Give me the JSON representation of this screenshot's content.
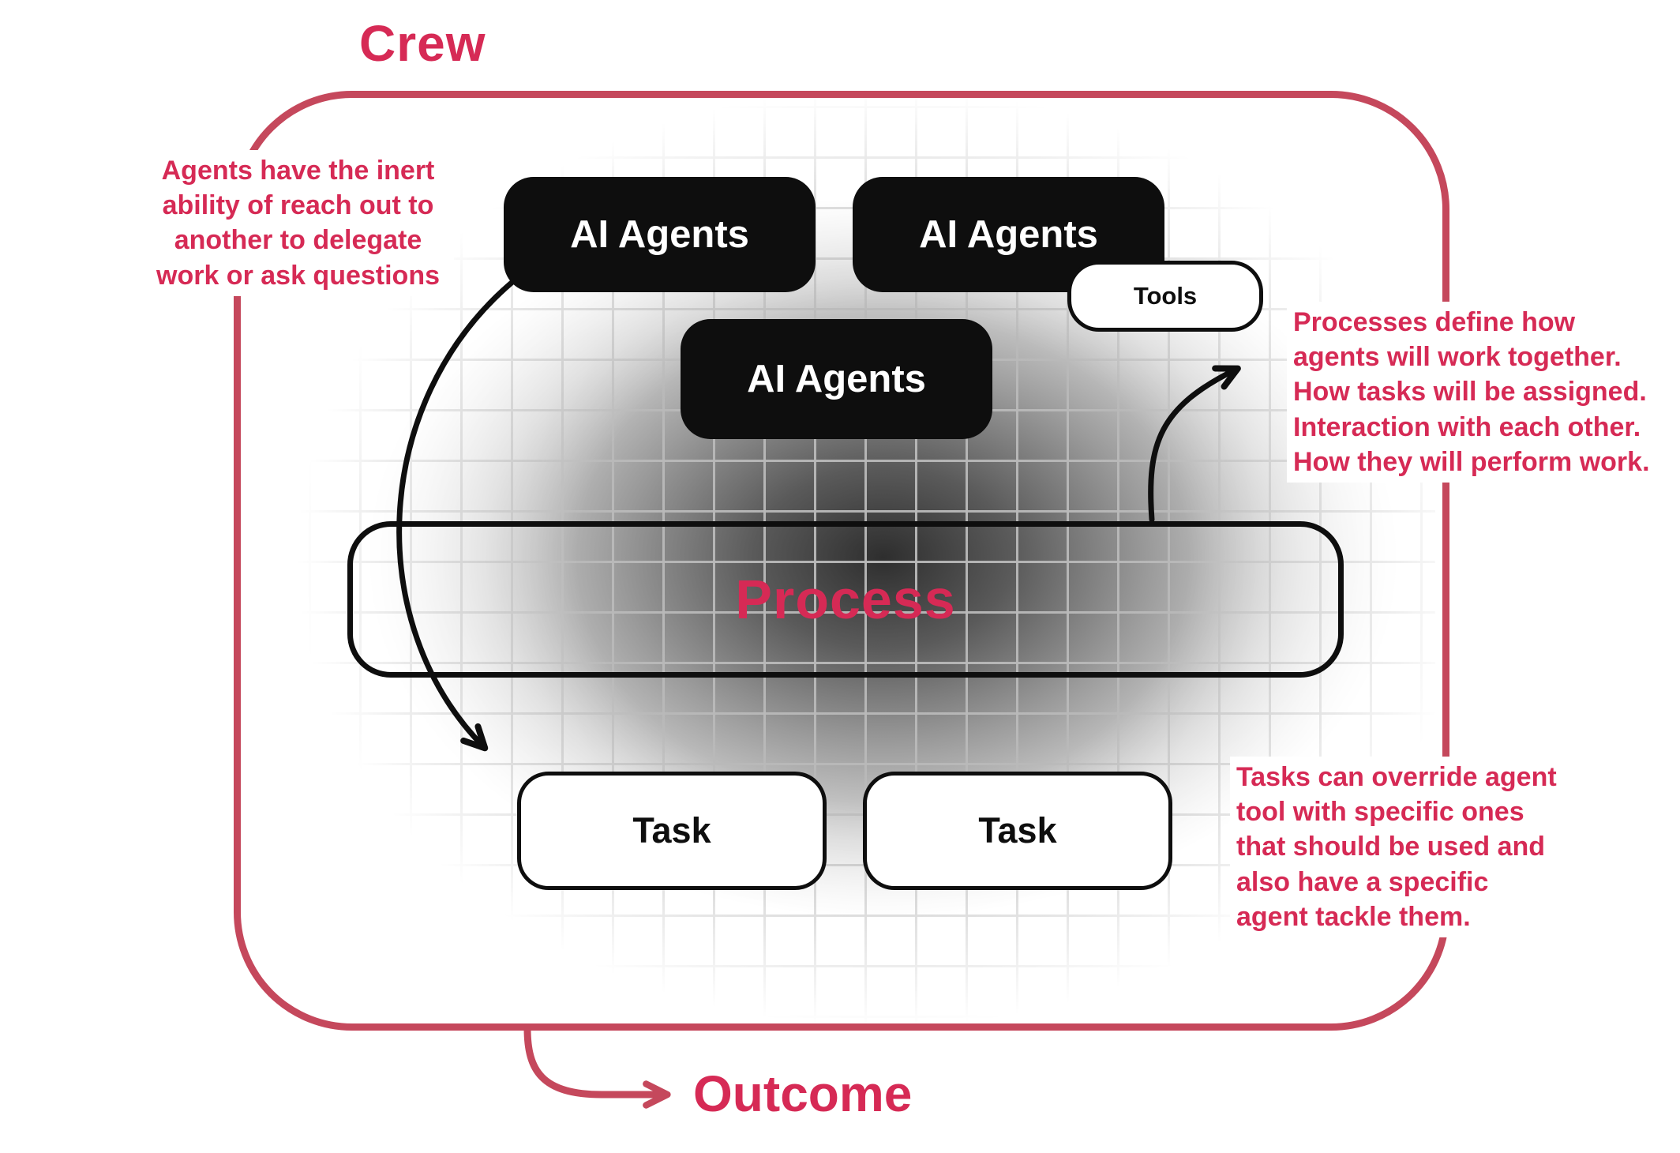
{
  "diagram": {
    "title": "Crew",
    "outcome": "Outcome",
    "process": "Process",
    "agents": [
      "AI Agents",
      "AI Agents",
      "AI Agents"
    ],
    "tools": "Tools",
    "tasks": [
      "Task",
      "Task"
    ],
    "annotations": {
      "left": "Agents have the inert\nability of reach out to\nanother to delegate\nwork or ask questions",
      "right_top": "Processes define how\nagents will work together.\nHow tasks will be assigned.\nInteraction with each other.\nHow they will perform work.",
      "right_bottom": "Tasks can override agent\ntool with specific ones\nthat should be used and\nalso have a specific\nagent tackle them."
    },
    "colors": {
      "accent_red": "#d62a55",
      "border_red": "#c5485c",
      "box_black": "#0e0e0e"
    }
  }
}
